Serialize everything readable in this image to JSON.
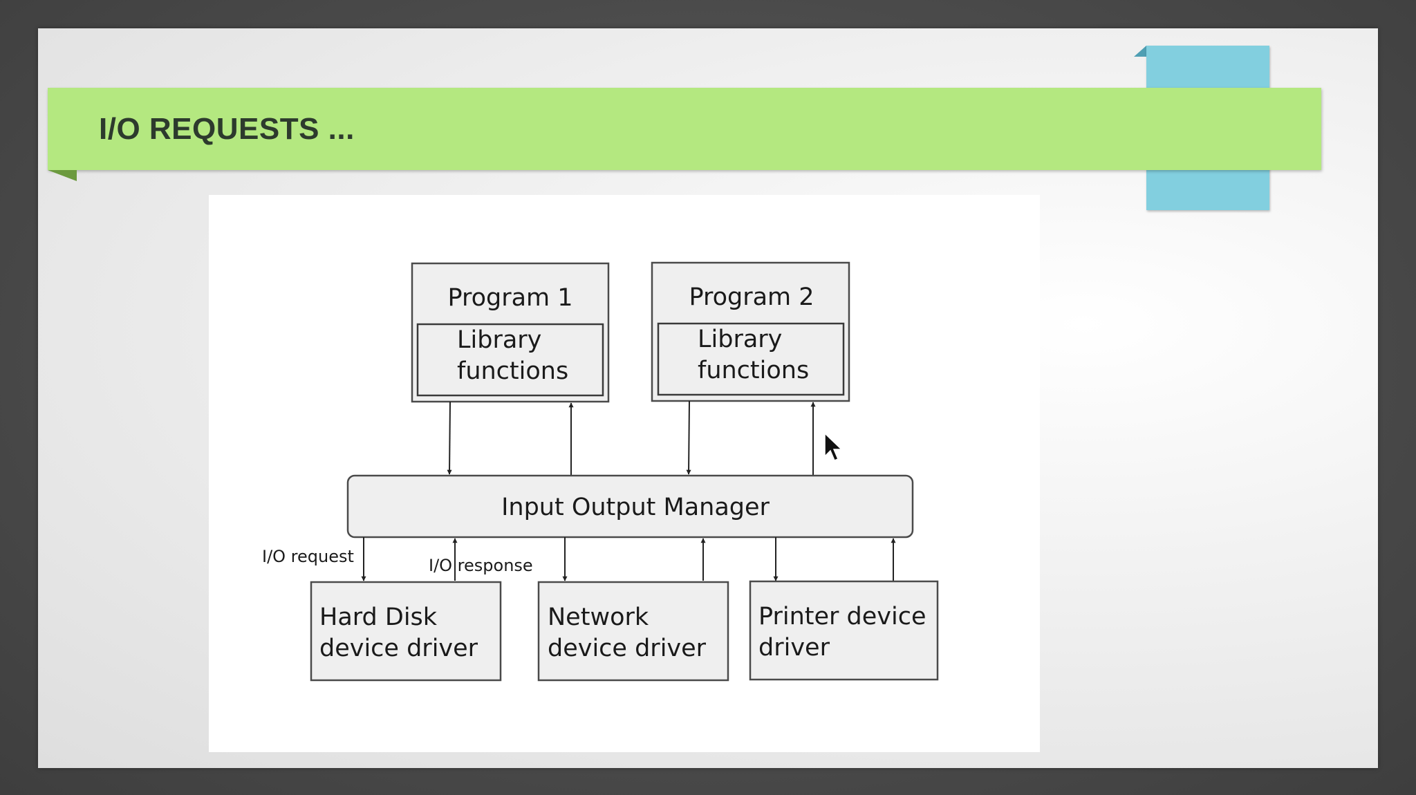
{
  "slide": {
    "title": "I/O REQUESTS ...",
    "accent_colors": {
      "title_bar": "#b4e880",
      "tab": "#82cfdf"
    }
  },
  "diagram": {
    "programs": [
      {
        "name": "Program 1",
        "library_line1": "Library",
        "library_line2": "functions"
      },
      {
        "name": "Program 2",
        "library_line1": "Library",
        "library_line2": "functions"
      }
    ],
    "manager": "Input Output Manager",
    "drivers": [
      {
        "line1": "Hard Disk",
        "line2": "device driver"
      },
      {
        "line1": "Network",
        "line2": "device driver"
      },
      {
        "line1": "Printer device",
        "line2": "driver"
      }
    ],
    "annotations": {
      "request": "I/O request",
      "response": "I/O response"
    }
  }
}
